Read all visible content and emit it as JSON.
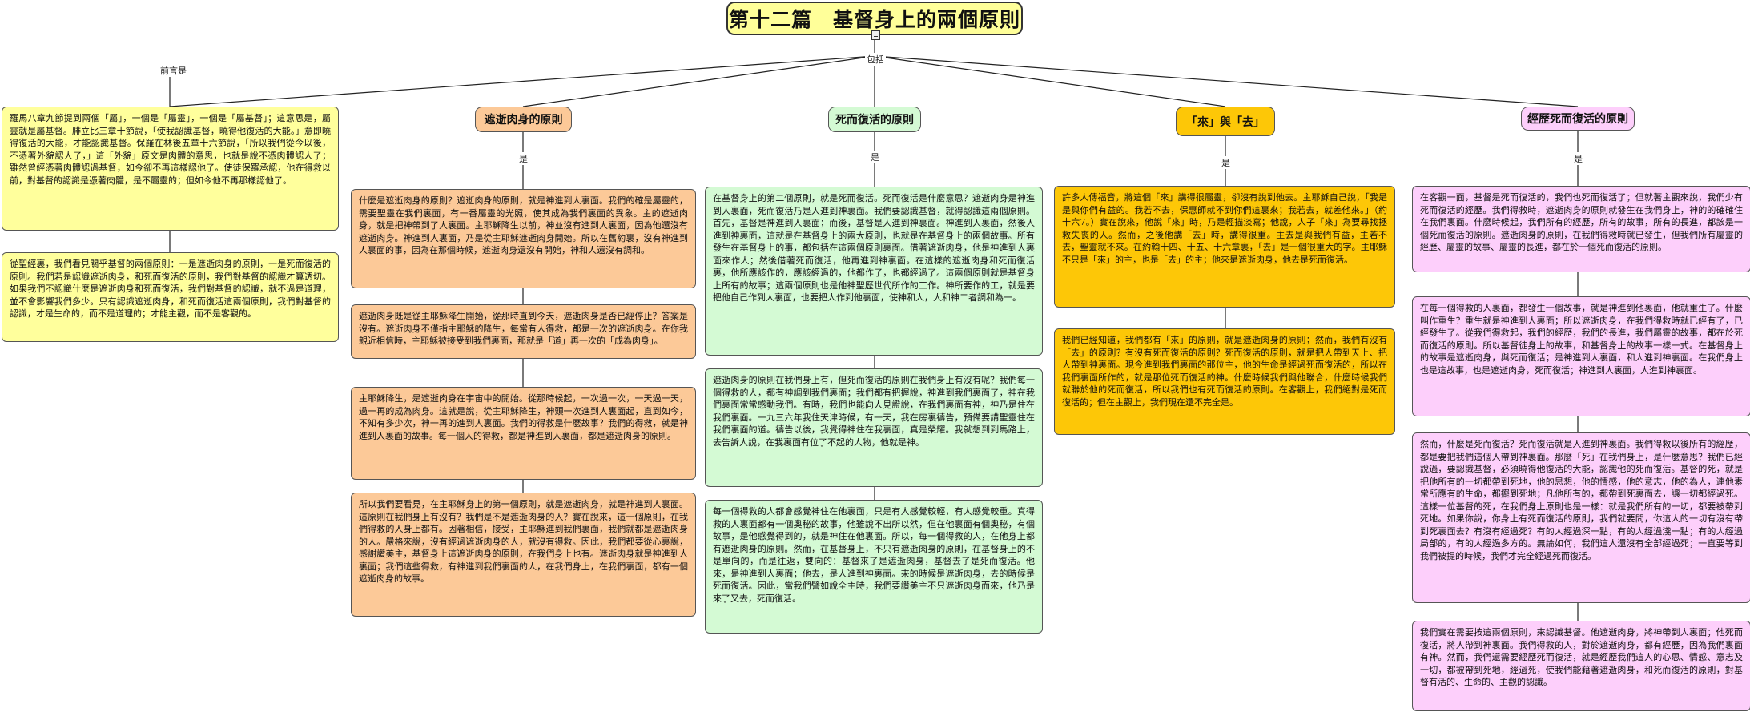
{
  "root": {
    "title": "第十二篇　基督身上的兩個原則"
  },
  "edge_labels": {
    "preface": "前言是",
    "includes": "包括",
    "is": "是"
  },
  "branches": [
    {
      "title": ""
    },
    {
      "title": "遮逝肉身的原則"
    },
    {
      "title": "死而復活的原則"
    },
    {
      "title": "「來」與「去」"
    },
    {
      "title": "經歷死而復活的原則"
    }
  ],
  "preface_nodes": [
    {
      "text": "羅馬八章九節提到兩個「屬」，一個是「屬靈」，一個是「屬基督」；這意思是，屬靈就是屬基督。腓立比三章十節說，「使我認識基督，曉得他復活的大能。」意即曉得復活的大能，才能認識基督。保羅在林後五章十六節說，「所以我們從今以後，不憑著外貌認人了，」這「外貌」原文是肉體的意思，也就是說不憑肉體認人了；雖然曾經憑著肉體認過基督，如今卻不再這樣認他了。使徒保羅承認，他在得救以前，對基督的認識是憑著肉體，是不屬靈的；但如今他不再那樣認他了。"
    },
    {
      "text": "從聖經裏，我們看見關乎基督的兩個原則：一是遮逝肉身的原則，一是死而復活的原則。我們若是認識遮逝肉身，和死而復活的原則，我們對基督的認識才算透切。如果我們不認識什麼是遮逝肉身和死而復活，我們對基督的認識，就不過是道理，並不會影響我們多少。只有認識遮逝肉身，和死而復活這兩個原則，我們對基督的認識，才是生命的，而不是道理的；才能主觀，而不是客觀的。"
    }
  ],
  "incarnation_nodes": [
    {
      "text": "什麼是遮逝肉身的原則？遮逝肉身的原則，就是神進到人裏面。我們的確是屬靈的，需要聖靈在我們裏面，有一番屬靈的光照，使其成為我們裏面的異象。主的遮逝肉身，就是把神帶到了人裏面。主耶穌降生以前，神並沒有進到人裏面，因為他還沒有遮逝肉身。神進到人裏面，乃是從主耶穌遮逝肉身開始。所以在舊約裏，沒有神進到人裏面的事，因為在那個時候，遮逝肉身還沒有開始，神和人還沒有調和。"
    },
    {
      "text": "遮逝肉身既是從主耶穌降生開始，從那時直到今天，遮逝肉身是否已經停止？答案是沒有。遮逝肉身不僅指主耶穌的降生，每當有人得救，都是一次的遮逝肉身。在你我親近相信時，主耶穌被接受到我們裏面，那就是「道」再一次的「成為肉身」。"
    },
    {
      "text": "主耶穌降生，是遮逝肉身在宇宙中的開始。從那時候起，一次過一次，一天過一天，過一再的成為肉身。這就是說，從主耶穌降生，神頭一次進到人裏面起，直到如今，不知有多少次，神一再的進到人裏面。我們的得救是什麼故事？我們的得救，就是神進到人裏面的故事。每一個人的得救，都是神進到人裏面，都是遮逝肉身的原則。"
    },
    {
      "text": "所以我們要看見，在主耶穌身上的第一個原則，就是遮逝肉身，就是神進到人裏面。這原則在我們身上有沒有？我們是不是遮逝肉身的人？實在說來，這一個原則，在我們得救的人身上都有。因著相信，接受，主耶穌進到我們裏面，我們就都是遮逝肉身的人。嚴格來說，沒有經過遮逝肉身的人，就沒有得救。因此，我們都要從心裏說，感謝讚美主，基督身上這遮逝肉身的原則，在我們身上也有。遮逝肉身就是神進到人裏面；我們這些得救，有神進到我們裏面的人，在我們身上，在我們裏面，都有一個遮逝肉身的故事。"
    }
  ],
  "resurrection_nodes": [
    {
      "text": "在基督身上的第二個原則，就是死而復活。死而復活是什麼意思？遮逝肉身是神進到人裏面，死而復活乃是人進到神裏面。我們要認識基督，就得認識這兩個原則。首先，基督是神進到人裏面；而後，基督是人進到神裏面。神進到人裏面，然後人進到神裏面，這就是在基督身上的兩大原則，也就是在基督身上的兩個故事。所有發生在基督身上的事，都包括在這兩個原則裏面。借著遮逝肉身，他是神進到人裏面來作人；然後借著死而復活，他再進到神裏面。在這樣的遮逝肉身和死而復活裏，他所應該作的，應該經過的，他都作了，也都經過了。這兩個原則就是基督身上所有的故事；這兩個原則也是他神聖歷世代所作的工作。神所要作的工，就是要把他自己作到人裏面，也要把人作到他裏面，使神和人，人和神二者調和為一。"
    },
    {
      "text": "遮逝肉身的原則在我們身上有，但死而復活的原則在我們身上有沒有呢？我們每一個得救的人，都有神調到我們裏面；我們都有把握說，神進到我們裏面了，神在我們裏面常常感動我們。有時，我們也能向人見證說，在我們裏面有神，神乃是住在我們裏面。一九三六年我住天津時候，有一天，我在房裏禱告，預備要講聖靈住在我們裏面的道。禱告以後，我覺得神住在我裏面，真是榮耀。我就想到到馬路上，去告訴人說，在我裏面有位了不起的人物，他就是神。"
    },
    {
      "text": "每一個得救的人都會感覺神住在他裏面，只是有人感覺較輕，有人感覺較重。真得救的人裏面都有一個奧秘的故事，他雖說不出所以然，但在他裏面有個奧秘，有個故事，是他感覺得到的，就是神住在他裏面。所以，每一個得救的人，在他身上都有遮逝肉身的原則。然而，在基督身上，不只有遮逝肉身的原則，在基督身上的不是單向的，而是往返，雙向的：基督來了是遮逝肉身，基督去了是死而復活。他來，是神進到人裏面；他去，是人進到神裏面。來的時候是遮逝肉身，去的時候是死而復活。因此，當我們譬如說全主時，我們要讚美主不只遮逝肉身而來，他乃是來了又去，死而復活。"
    }
  ],
  "comego_nodes": [
    {
      "text": "許多人傳福音，將這個「來」講得很屬靈，卻沒有說到他去。主耶穌自己說，「我是是與你們有益的。我若不去，保惠師就不到你們這裏來；我若去，就差他來。」（約十六7。）實在說來，他說「來」時，乃是輕描淡寫；他說，人子「來」為要尋找拯救失喪的人。然而，之後他講「去」時，講得很重。主去是與我們有益，主若不去，聖靈就不來。在約翰十四、十五、十六章裏，「去」是一個很重大的字。主耶穌不只是「來」的主，也是「去」的主；他來是遮逝肉身，他去是死而復活。"
    },
    {
      "text": "我們已經知道，我們都有「來」的原則，就是遮逝肉身的原則；然而，我們有沒有「去」的原則？有沒有死而復活的原則？死而復活的原則，就是把人帶到天上、把人帶到神裏面。現今進到我們裏面的那位主，他的生命是經過死而復活的，所以在我們裏面所作的，就是那位死而復活的神。什麼時候我們與他聯合，什麼時候我們就聯於他的死而復活，所以我們也有死而復活的原則。在客觀上，我們絕對是死而復活的；但在主觀上，我們現在還不完全是。"
    }
  ],
  "experience_nodes": [
    {
      "text": "在客觀一面，基督是死而復活的，我們也死而復活了；但就著主觀來說，我們少有死而復活的經歷。我們得救時，遮逝肉身的原則就發生在我們身上，神的的確確住在我們裏面。什麼時候起，我們所有的經歷，所有的故事，所有的長進，都該是一個死而復活的原則。遮逝肉身的原則，在我們得救時就已發生，但我們所有屬靈的經歷、屬靈的故事、屬靈的長進，都在於一個死而復活的原則。"
    },
    {
      "text": "在每一個得救的人裏面，都發生一個故事，就是神進到他裏面，他就重生了。什麼叫作重生？重生就是神進到人裏面；所以遮逝肉身，在我們得救時就已經有了，已經發生了。從我們得救起，我們的經歷，我們的長進，我們屬靈的故事，都在於死而復活的原則。所以基督徒身上的故事，和基督身上的故事一樣一式。在基督身上的故事是遮逝肉身，與死而復活；是神進到人裏面，和人進到神裏面。在我們身上也是這故事，也是遮逝肉身，死而復活；神進到人裏面，人進到神裏面。"
    },
    {
      "text": "然而，什麼是死而復活？死而復活就是人進到神裏面。我們得救以後所有的經歷，都是要把我們這個人帶到神裏面。那麼「死」在我們身上，是什麼意思？我們已經說過，要認識基督，必須曉得他復活的大能，認識他的死而復活。基督的死，就是把他所有的一切都帶到死地，他的思想，他的情感，他的意志，他的為人，連他素常所應有的生命，都擺到死地；凡他所有的，都帶到死裏面去，讓一切都經過死。這樣一位基督的死，在我們身上原則也是一樣：就是我們所有的一切，都要被帶到死地。如果你說，你身上有死而復活的原則，我們就要問，你這人的一切有沒有帶到死裏面去？有沒有經過死？有的人經過深一點，有的人經過淺一點；有的人經過局部的，有的人經過多方的。無論如何，我們這人還沒有全部經過死；一直要等到我們被提的時候，我們才完全經過死而復活。"
    },
    {
      "text": "我們實在需要按這兩個原則，來認識基督。他遮逝肉身，將神帶到人裏面；他死而復活，將人帶到神裏面。我們得救的人，對於遮逝肉身，都有經歷，因為我們裏面有神。然而，我們還需要經歷死而復活，就是經歷我們這人的心思、情感、意志及一切，都被帶到死地，經過死，使我們能藉著遮逝肉身，和死而復活的原則，對基督有活的、生命的、主觀的認識。"
    }
  ]
}
